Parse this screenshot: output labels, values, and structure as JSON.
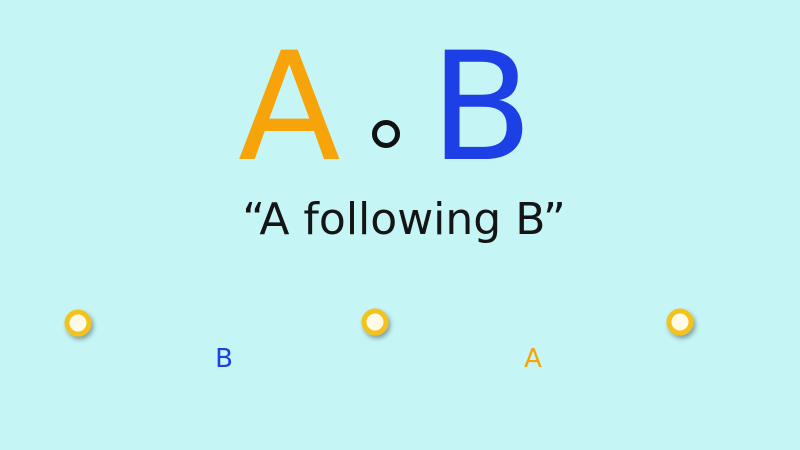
{
  "title": {
    "left_letter": "A",
    "right_letter": "B",
    "operator_icon": "composition-ring",
    "caption": "“A following B”"
  },
  "segments": [
    {
      "label": "B",
      "color": "#1c3fe6"
    },
    {
      "label": "A",
      "color": "#f6a40a"
    }
  ],
  "colors": {
    "background": "#c5f5f5",
    "letter_a": "#f6a40a",
    "letter_b": "#1c3fe6",
    "node_fill": "#fffbe6",
    "node_stroke": "#f3c21c",
    "operator": "#111111"
  }
}
